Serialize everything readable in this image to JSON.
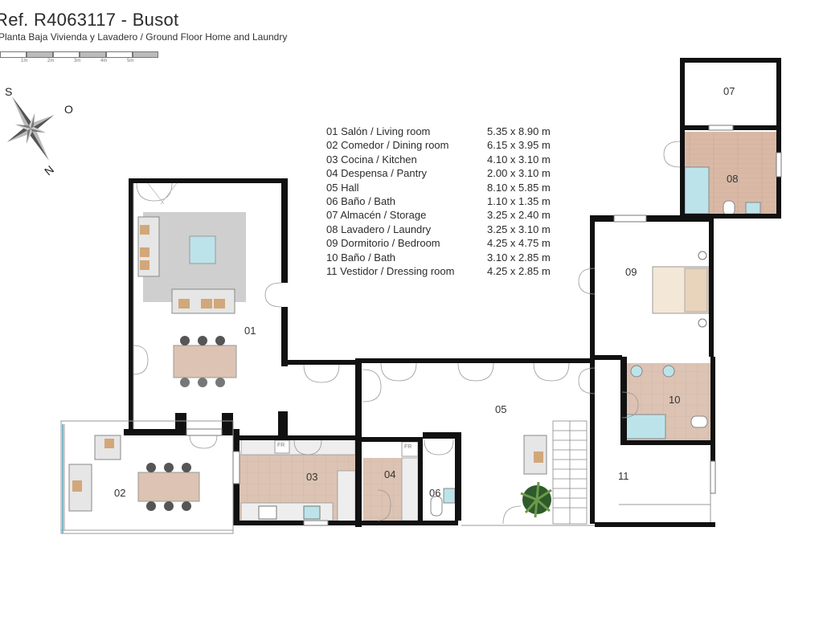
{
  "header": {
    "title": "Ref. R4063117 - Busot",
    "subtitle": "Planta Baja Vivienda y Lavadero / Ground Floor Home and Laundry"
  },
  "scale": {
    "labels": [
      "1m",
      "2m",
      "3m",
      "4m",
      "5m"
    ]
  },
  "compass": {
    "s": "S",
    "o": "O",
    "n": "N"
  },
  "rooms": [
    {
      "id": "01",
      "name": "Salón / Living room",
      "dims": "5.35 x 8.90 m"
    },
    {
      "id": "02",
      "name": "Comedor / Dining room",
      "dims": "6.15 x 3.95 m"
    },
    {
      "id": "03",
      "name": "Cocina / Kitchen",
      "dims": "4.10 x 3.10 m"
    },
    {
      "id": "04",
      "name": "Despensa / Pantry",
      "dims": "2.00 x 3.10 m"
    },
    {
      "id": "05",
      "name": "Hall",
      "dims": "8.10 x 5.85 m"
    },
    {
      "id": "06",
      "name": "Baño / Bath",
      "dims": "1.10 x 1.35 m"
    },
    {
      "id": "07",
      "name": "Almacén / Storage",
      "dims": "3.25 x 2.40 m"
    },
    {
      "id": "08",
      "name": "Lavadero / Laundry",
      "dims": "3.25 x 3.10 m"
    },
    {
      "id": "09",
      "name": "Dormitorio / Bedroom",
      "dims": "4.25 x 4.75 m"
    },
    {
      "id": "10",
      "name": "Baño / Bath",
      "dims": "3.10 x 2.85 m"
    },
    {
      "id": "11",
      "name": "Vestidor / Dressing room",
      "dims": "4.25 x 2.85 m"
    }
  ],
  "fridge_label": "FR",
  "colors": {
    "wall": "#111111",
    "tile": "#dcc3b3",
    "rug": "#cfcfcf",
    "wood": "#d9b9a6",
    "water": "#bde3ea",
    "counter": "#bfbfbf"
  }
}
